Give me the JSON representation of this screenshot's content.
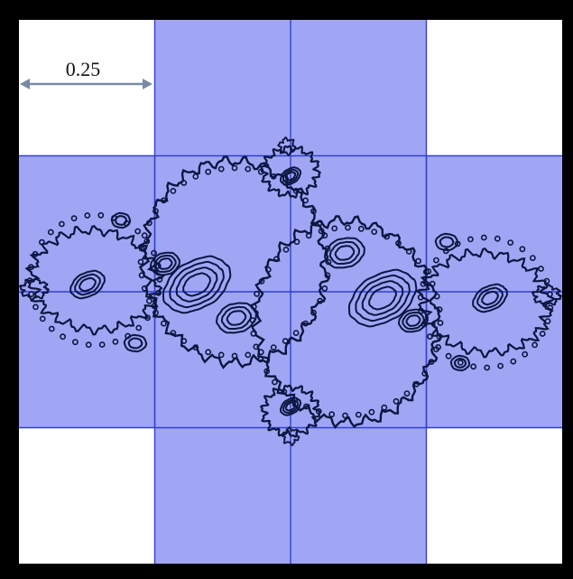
{
  "diagram": {
    "scale_label": "0.25",
    "colors": {
      "frame": "#000000",
      "background": "#ffffff",
      "cell_fill": "#a1a6f4",
      "grid_line": "#2f3fd6",
      "fractal": "#0d1640",
      "arrow": "#7a8aa6"
    },
    "grid": {
      "columns": 4,
      "rows": 4,
      "filled_cells": [
        [
          0,
          1
        ],
        [
          0,
          2
        ],
        [
          1,
          0
        ],
        [
          1,
          1
        ],
        [
          1,
          2
        ],
        [
          1,
          3
        ],
        [
          2,
          0
        ],
        [
          2,
          1
        ],
        [
          2,
          2
        ],
        [
          2,
          3
        ],
        [
          3,
          1
        ],
        [
          3,
          2
        ]
      ]
    },
    "shapes": {
      "main_bulbs": 2,
      "small_bulbs": 2,
      "upper_lower_bulbs": 2
    }
  }
}
